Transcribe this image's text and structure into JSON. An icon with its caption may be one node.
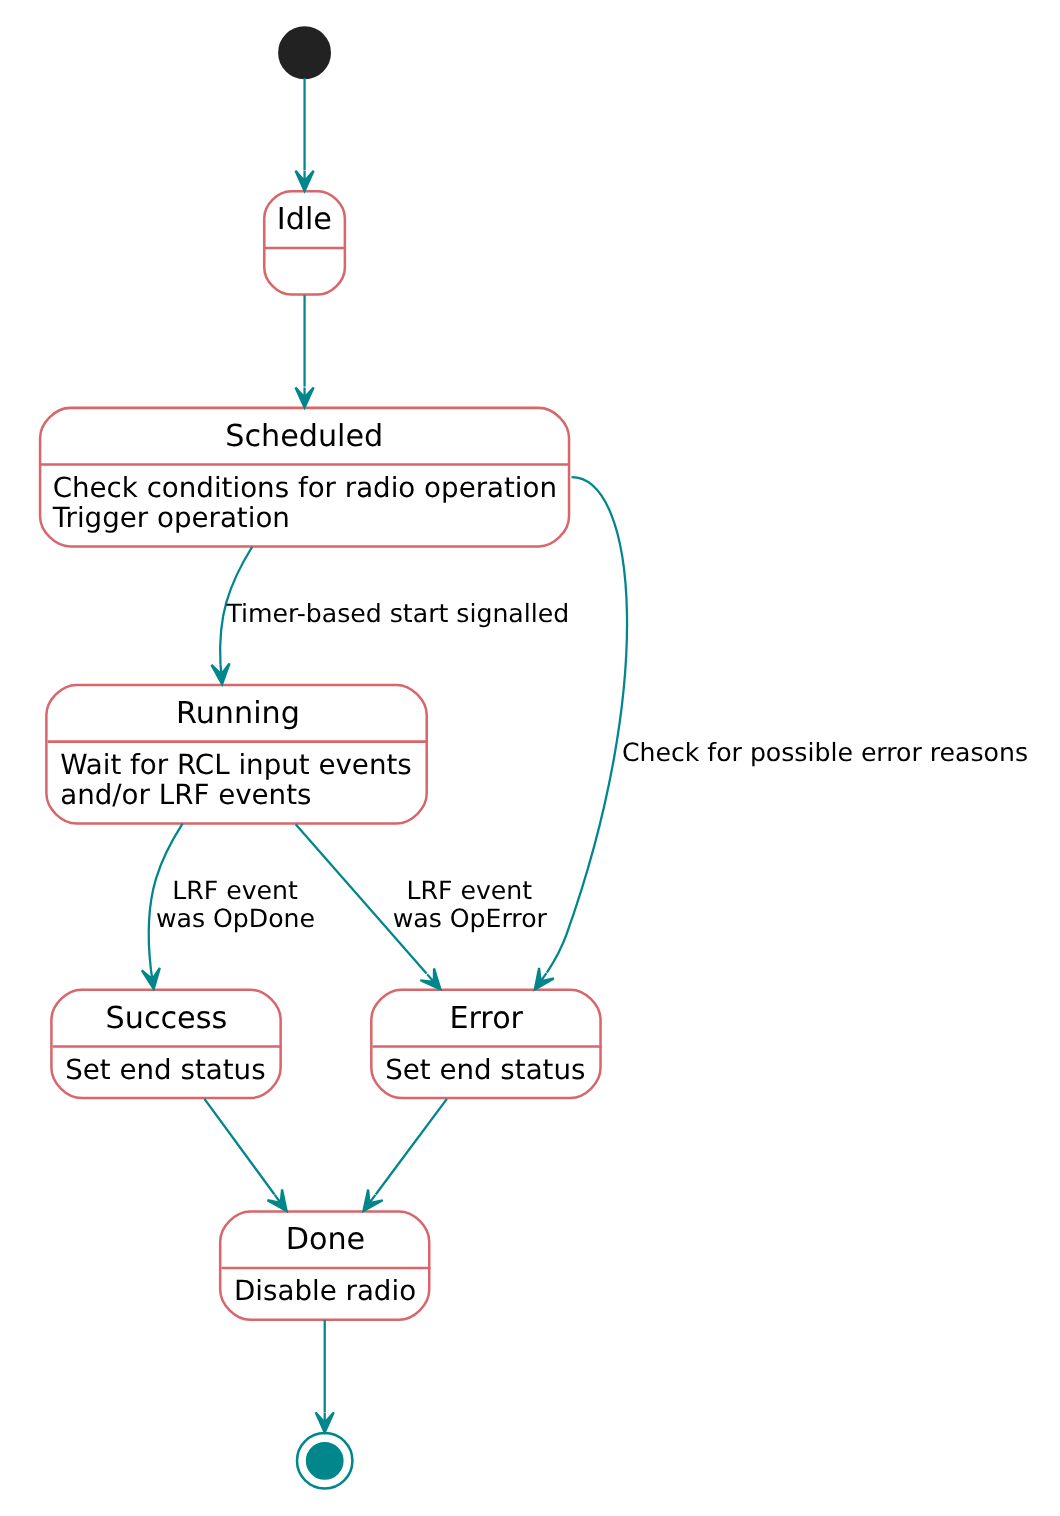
{
  "diagram": {
    "nodes": [
      {
        "text": [],
        "shape": "circle"
      },
      {
        "text": [
          "Idle"
        ]
      },
      {
        "text": [
          "Scheduled",
          "Check conditions for radio operation",
          "Trigger operation"
        ]
      },
      {
        "text": [
          "Running",
          "Wait for RCL input events and/or LRF events"
        ]
      },
      {
        "text": [
          "Success",
          "Set end status"
        ]
      },
      {
        "text": [
          "Error",
          "Set end status"
        ]
      },
      {
        "text": [
          "Done",
          "Disable radio"
        ]
      },
      {
        "text": [],
        "shape": "bullseye"
      }
    ],
    "edges": [
      {
        "from": 0,
        "to": 1,
        "arrow": "to"
      },
      {
        "from": 1,
        "to": 2,
        "arrow": "to"
      },
      {
        "from": 2,
        "to": 3,
        "label": "Timer-based start signalled",
        "arrow": "to"
      },
      {
        "from": 2,
        "to": 5,
        "label": "Check for possible error reasons",
        "arrow": "to"
      },
      {
        "from": 3,
        "to": 4,
        "label": "LRF event was OpDone",
        "arrow": "to"
      },
      {
        "from": 3,
        "to": 5,
        "label": "LRF event was OpError",
        "arrow": "to"
      },
      {
        "from": 4,
        "to": 6,
        "arrow": "to"
      },
      {
        "from": 5,
        "to": 6,
        "arrow": "to"
      },
      {
        "from": 6,
        "to": 7,
        "arrow": "to"
      }
    ]
  }
}
